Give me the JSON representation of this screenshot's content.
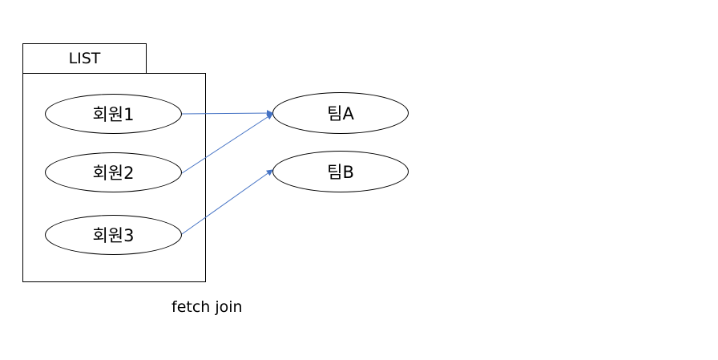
{
  "list": {
    "label": "LIST",
    "members": [
      "회원1",
      "회원2",
      "회원3"
    ]
  },
  "teams": [
    "팀A",
    "팀B"
  ],
  "relations": [
    {
      "from": "회원1",
      "to": "팀A"
    },
    {
      "from": "회원2",
      "to": "팀A"
    },
    {
      "from": "회원3",
      "to": "팀B"
    }
  ],
  "caption": "fetch join",
  "colors": {
    "arrow": "#4472c4",
    "outline": "#000000"
  }
}
